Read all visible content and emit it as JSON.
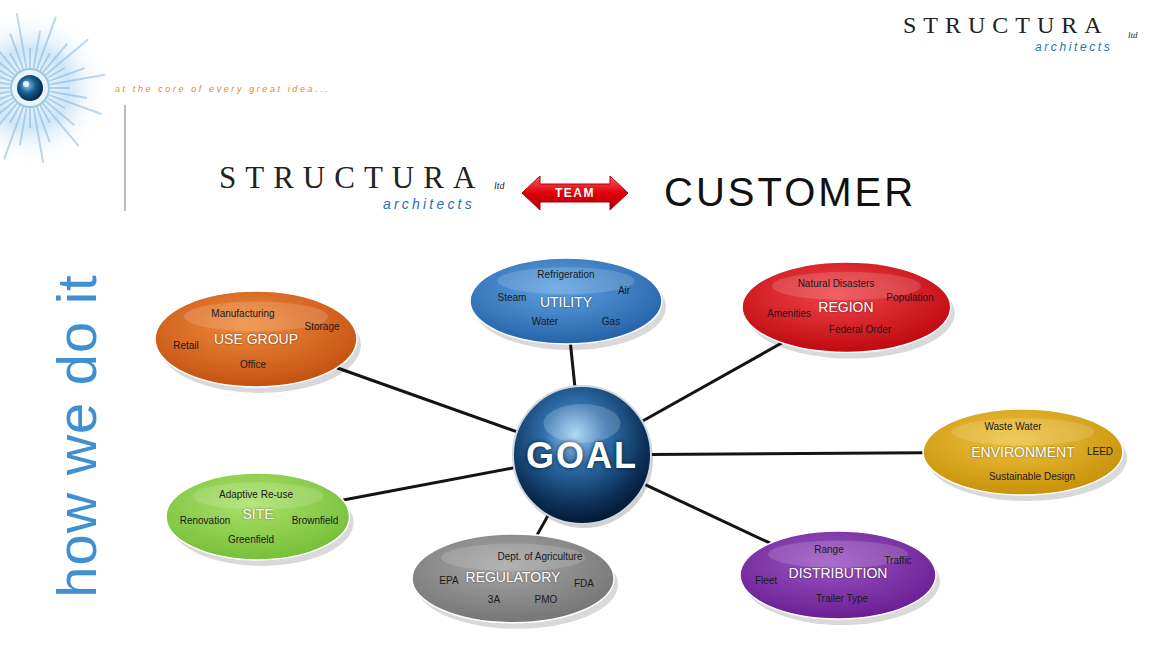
{
  "diagram": {
    "nodes": [
      {
        "text": [
          "GOAL"
        ]
      },
      {
        "text": [
          "USE GROUP",
          "Manufacturing",
          "Storage",
          "Office",
          "Retail"
        ]
      },
      {
        "text": [
          "UTILITY",
          "Refrigeration",
          "Air",
          "Gas",
          "Water",
          "Steam"
        ]
      },
      {
        "text": [
          "REGION",
          "Natural Disasters",
          "Population",
          "Federal Order",
          "Amenities"
        ]
      },
      {
        "text": [
          "ENVIRONMENT",
          "Waste Water",
          "LEED",
          "Sustainable Design"
        ]
      },
      {
        "text": [
          "DISTRIBUTION",
          "Range",
          "Traffic",
          "Trailer Type",
          "Fleet"
        ]
      },
      {
        "text": [
          "REGULATORY",
          "Dept. of Agriculture",
          "FDA",
          "PMO",
          "3A",
          "EPA"
        ]
      },
      {
        "text": [
          "SITE",
          "Adaptive Re-use",
          "Renovation",
          "Brownfield",
          "Greenfield"
        ]
      }
    ],
    "edges": [
      {
        "from": 0,
        "to": 1,
        "arrow": "none"
      },
      {
        "from": 0,
        "to": 2,
        "arrow": "none"
      },
      {
        "from": 0,
        "to": 3,
        "arrow": "none"
      },
      {
        "from": 0,
        "to": 4,
        "arrow": "none"
      },
      {
        "from": 0,
        "to": 5,
        "arrow": "none"
      },
      {
        "from": 0,
        "to": 6,
        "arrow": "none"
      },
      {
        "from": 0,
        "to": 7,
        "arrow": "none"
      }
    ],
    "labels": [
      "at the core of every great idea...",
      "STRUCTURA",
      "ltd",
      "architects",
      "STRUCTURA",
      "ltd",
      "architects",
      "TEAM",
      "CUSTOMER",
      "how we do it"
    ]
  }
}
